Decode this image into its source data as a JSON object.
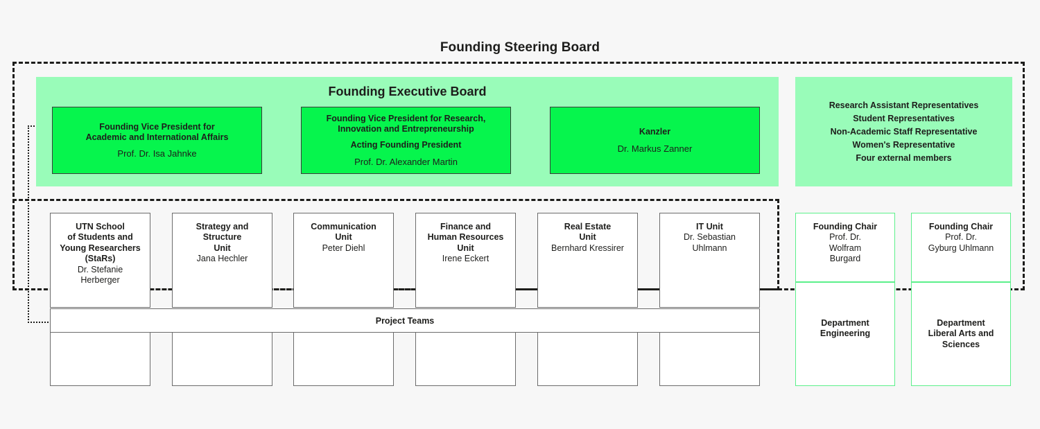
{
  "diagram": {
    "title": "Founding Steering Board",
    "colors": {
      "background": "#f7f7f7",
      "panel_light_green": "#99fcb9",
      "box_bright_green": "#06f54d",
      "box_border_green": "#5bf08a",
      "box_border_grey": "#6b6b6b",
      "text": "#1d1d1b"
    }
  },
  "executive_board": {
    "title": "Founding Executive Board",
    "members": [
      {
        "role": "Founding Vice President for\nAcademic and International Affairs",
        "role2": "",
        "person": "Prof. Dr. Isa Jahnke"
      },
      {
        "role": "Founding Vice President for Research,\nInnovation and Entrepreneurship",
        "role2": "Acting Founding President",
        "person": "Prof. Dr. Alexander Martin"
      },
      {
        "role": "Kanzler",
        "role2": "",
        "person": "Dr. Markus Zanner"
      }
    ]
  },
  "representatives": {
    "lines": [
      "Research Assistant Representatives",
      "Student Representatives",
      "Non-Academic Staff Representative",
      "Women's Representative",
      "Four external members"
    ]
  },
  "units": [
    {
      "name": "UTN School\nof Students and\nYoung Researchers\n(StaRs)",
      "person": "Dr. Stefanie\nHerberger"
    },
    {
      "name": "Strategy and\nStructure\nUnit",
      "person": "Jana Hechler"
    },
    {
      "name": "Communication\nUnit",
      "person": "Peter Diehl"
    },
    {
      "name": "Finance and\nHuman Resources\nUnit",
      "person": "Irene Eckert"
    },
    {
      "name": "Real Estate\nUnit",
      "person": "Bernhard Kressirer"
    },
    {
      "name": "IT Unit",
      "person": "Dr. Sebastian\nUhlmann"
    }
  ],
  "project_teams": {
    "label": "Project Teams"
  },
  "chairs": [
    {
      "title": "Founding Chair",
      "person": "Prof. Dr.\nWolfram\nBurgard",
      "department": "Department\nEngineering"
    },
    {
      "title": "Founding Chair",
      "person": "Prof. Dr.\nGyburg Uhlmann",
      "department": "Department\nLiberal Arts and\nSciences"
    }
  ]
}
